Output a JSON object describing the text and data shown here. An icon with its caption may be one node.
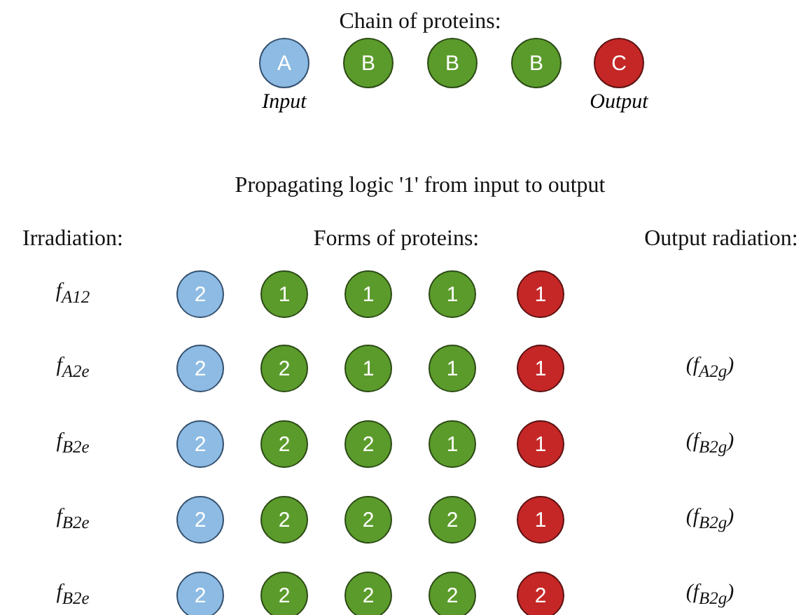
{
  "diagram": {
    "nodes": [
      {
        "text": [
          "A"
        ],
        "beside": [
          "Input"
        ]
      },
      {
        "text": [
          "B"
        ]
      },
      {
        "text": [
          "B"
        ]
      },
      {
        "text": [
          "B"
        ]
      },
      {
        "text": [
          "C"
        ],
        "beside": [
          "Output"
        ]
      },
      {
        "text": [
          "2"
        ]
      },
      {
        "text": [
          "1"
        ]
      },
      {
        "text": [
          "1"
        ]
      },
      {
        "text": [
          "1"
        ]
      },
      {
        "text": [
          "1"
        ]
      },
      {
        "text": [
          "2"
        ]
      },
      {
        "text": [
          "2"
        ]
      },
      {
        "text": [
          "1"
        ]
      },
      {
        "text": [
          "1"
        ]
      },
      {
        "text": [
          "1"
        ]
      },
      {
        "text": [
          "2"
        ]
      },
      {
        "text": [
          "2"
        ]
      },
      {
        "text": [
          "2"
        ]
      },
      {
        "text": [
          "1"
        ]
      },
      {
        "text": [
          "1"
        ]
      },
      {
        "text": [
          "2"
        ]
      },
      {
        "text": [
          "2"
        ]
      },
      {
        "text": [
          "2"
        ]
      },
      {
        "text": [
          "2"
        ]
      },
      {
        "text": [
          "1"
        ]
      },
      {
        "text": [
          "2"
        ]
      },
      {
        "text": [
          "2"
        ]
      },
      {
        "text": [
          "2"
        ]
      },
      {
        "text": [
          "2"
        ]
      },
      {
        "text": [
          "2"
        ]
      }
    ],
    "edges": [],
    "labels": [
      "Chain of proteins:",
      "Propagating logic '1' from input to output",
      "Irradiation:",
      "Forms of proteins:",
      "Output radiation:",
      "f$_{A12}$",
      "f$_{A2e}$",
      "(f$_{A2g}$)",
      "f$_{B2e}$",
      "(f$_{B2g}$)",
      "f$_{B2e}$",
      "(f$_{B2g}$)",
      "f$_{B2e}$",
      "(f$_{B2g}$)"
    ]
  }
}
